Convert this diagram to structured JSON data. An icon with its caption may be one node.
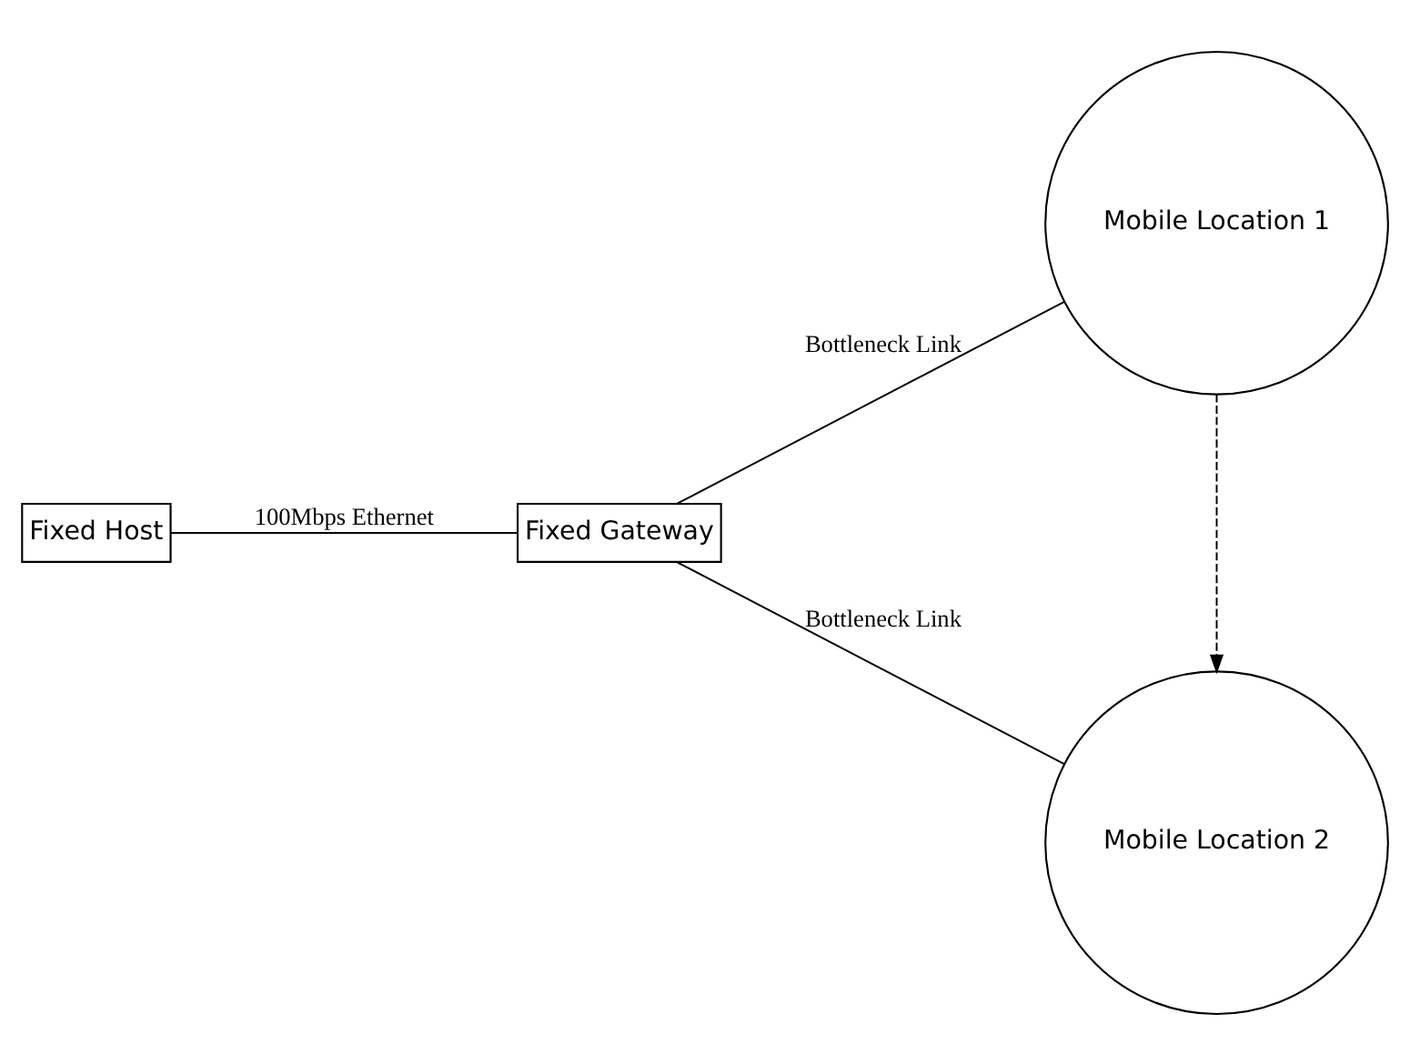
{
  "diagram": {
    "nodes": [
      {
        "text": [
          "Fixed Host"
        ]
      },
      {
        "text": [
          "Fixed Gateway"
        ]
      },
      {
        "text": [
          "Mobile Location 1"
        ]
      },
      {
        "text": [
          "Mobile Location 2"
        ]
      }
    ],
    "edges": [
      {
        "from": 0,
        "to": 1,
        "arrow": "none",
        "label": "100Mbps Ethernet"
      },
      {
        "from": 1,
        "to": 2,
        "arrow": "none",
        "label": "Bottleneck Link"
      },
      {
        "from": 1,
        "to": 3,
        "arrow": "none",
        "label": "Bottleneck Link"
      },
      {
        "from": 2,
        "to": 3,
        "arrow": "to",
        "style": "dashed"
      }
    ]
  }
}
